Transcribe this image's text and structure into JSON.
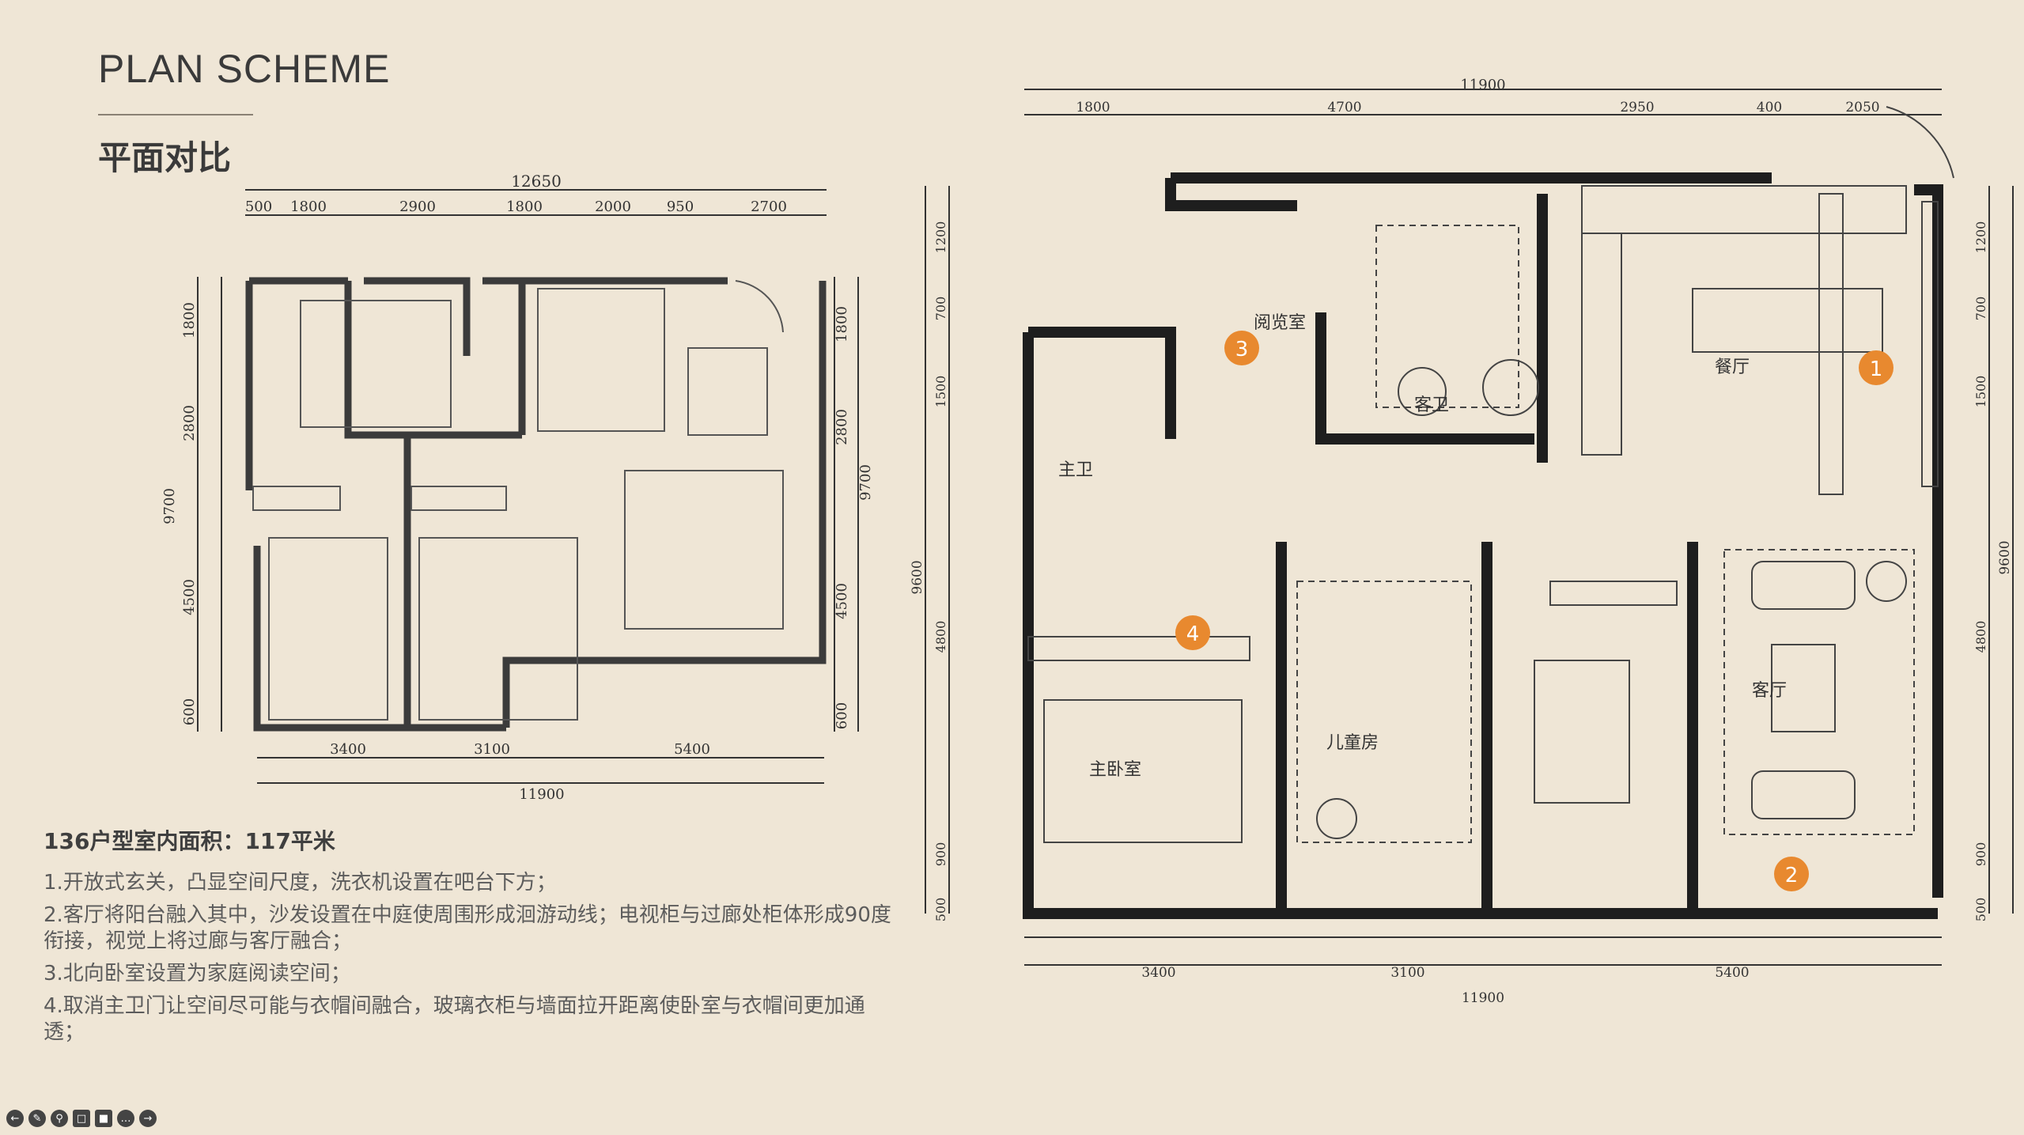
{
  "header": {
    "title": "PLAN SCHEME",
    "subtitle": "平面对比"
  },
  "summary": {
    "area": "136户型室内面积：117平米",
    "notes": [
      "1.开放式玄关，凸显空间尺度，洗衣机设置在吧台下方；",
      "2.客厅将阳台融入其中，沙发设置在中庭使周围形成洄游动线；电视柜与过廊处柜体形成90度衔接，视觉上将过廊与客厅融合；",
      "3.北向卧室设置为家庭阅读空间；",
      "4.取消主卫门让空间尽可能与衣帽间融合，玻璃衣柜与墙面拉开距离使卧室与衣帽间更加通透；"
    ]
  },
  "left_plan": {
    "top_total": "12650",
    "top_dims": [
      "500",
      "1800",
      "2900",
      "1800",
      "2000",
      "950",
      "2700"
    ],
    "bottom_total": "11900",
    "bottom_dims": [
      "3400",
      "3100",
      "5400"
    ],
    "left_total": "9700",
    "left_dims": [
      "1800",
      "2800",
      "4500",
      "600"
    ],
    "right_total": "9700",
    "right_dims": [
      "1800",
      "2800",
      "4500",
      "600"
    ]
  },
  "right_plan": {
    "top_total": "11900",
    "top_dims": [
      "1800",
      "4700",
      "2950",
      "400",
      "2050"
    ],
    "bottom_total": "11900",
    "bottom_dims": [
      "3400",
      "3100",
      "5400"
    ],
    "left_total": "9600",
    "left_dims": [
      "1200",
      "700",
      "1500",
      "4800",
      "900",
      "500"
    ],
    "right_total": "9600",
    "right_dims": [
      "1200",
      "700",
      "1500",
      "4800",
      "900",
      "500"
    ],
    "rooms": {
      "reading": "阅览室",
      "guest_bath": "客卫",
      "dining": "餐厅",
      "master_bath": "主卫",
      "living": "客厅",
      "kids": "儿童房",
      "master_bed": "主卧室"
    },
    "markers": [
      "1",
      "2",
      "3",
      "4"
    ],
    "accent": "#e8892f"
  },
  "toolbar": {
    "icons": [
      "back-icon",
      "pen-icon",
      "zoom-icon",
      "caption-icon",
      "camera-icon",
      "more-icon",
      "forward-icon"
    ]
  }
}
